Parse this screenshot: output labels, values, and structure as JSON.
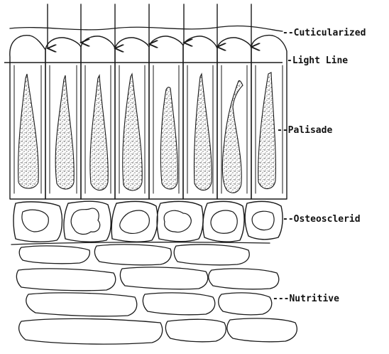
{
  "labels": {
    "cuticularized": "--Cuticularized",
    "light_line": "-Light Line",
    "palisade": "--Palisade",
    "osteosclerid": "--Osteosclerid",
    "nutritive": "---Nutritive"
  },
  "ink_color": "#1a1a1a",
  "stipple_color": "#2a2a2a"
}
